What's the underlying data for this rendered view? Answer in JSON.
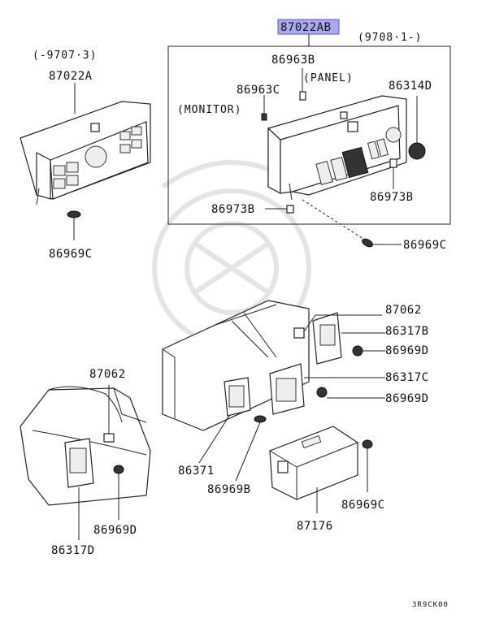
{
  "labels": {
    "hl_part": "87022AB",
    "date_left": "(-9707·3)",
    "date_right": "(9708·1-)",
    "p_87022A": "87022A",
    "p_86963B": "86963B",
    "panel": "(PANEL)",
    "p_86963C": "86963C",
    "monitor": "(MONITOR)",
    "p_86314D": "86314D",
    "p_86973B_r": "86973B",
    "p_86973B_l": "86973B",
    "p_86969C_left": "86969C",
    "p_86969C_mid": "86969C",
    "p_87062_r": "87062",
    "p_86317B": "86317B",
    "p_86969D_r1": "86969D",
    "p_86317C": "86317C",
    "p_86969D_r2": "86969D",
    "p_87062_l": "87062",
    "p_86371": "86371",
    "p_86969B": "86969B",
    "p_87176": "87176",
    "p_86969C_br": "86969C",
    "p_86969D_l": "86969D",
    "p_86317D": "86317D",
    "drawing_code": "3R9CK00"
  },
  "colors": {
    "highlight": "#a9a9f2",
    "line": "#222222"
  }
}
